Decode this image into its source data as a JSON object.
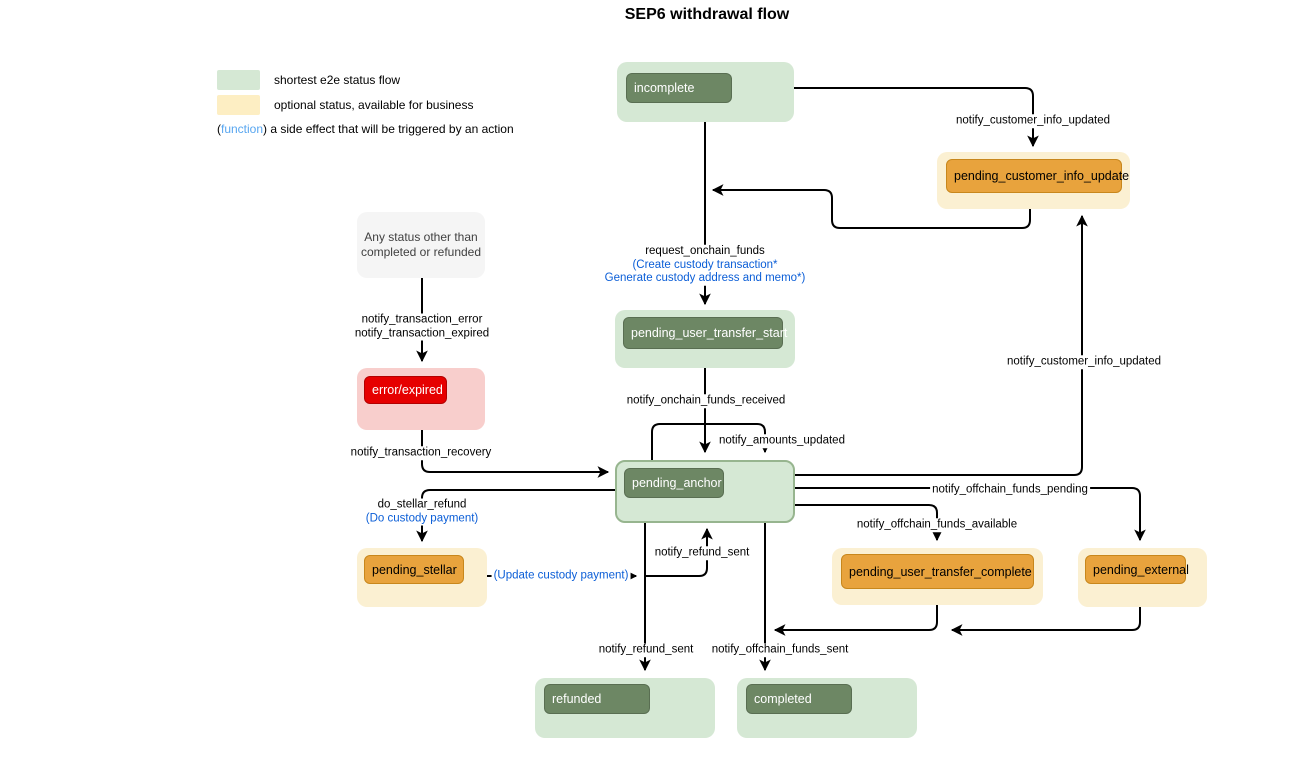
{
  "title": "SEP6 withdrawal flow",
  "legend": {
    "shortest_flow": "shortest e2e status flow",
    "optional_status": "optional status, available for business",
    "function_open": "(",
    "function_word": "function",
    "function_rest": ") a side effect that will be triggered by an action"
  },
  "colors": {
    "flow_green_bg": "#d5e8d4",
    "flow_green_inner": "#6d8764",
    "anchor_border_green": "#97b58f",
    "optional_yellow_bg": "#fbf0d2",
    "optional_orange_inner": "#e8a33d",
    "error_pink_bg": "#f8cecc",
    "error_red_inner": "#e60000",
    "note_gray_bg": "#f5f5f5",
    "function_blue": "#0b5ed7",
    "legend_function_blue": "#58a6f0",
    "edge_black": "#000000"
  },
  "nodes": {
    "incomplete": {
      "label": "incomplete"
    },
    "pending_customer_info_update": {
      "label": "pending_customer_info_update"
    },
    "pending_user_transfer_start": {
      "label": "pending_user_transfer_start"
    },
    "pending_anchor": {
      "label": "pending_anchor"
    },
    "any_status_note": {
      "line1": "Any status other than",
      "line2": "completed or refunded"
    },
    "error_expired": {
      "label": "error/expired"
    },
    "pending_stellar": {
      "label": "pending_stellar"
    },
    "pending_user_transfer_complete": {
      "label": "pending_user_transfer_complete"
    },
    "pending_external": {
      "label": "pending_external"
    },
    "refunded": {
      "label": "refunded"
    },
    "completed": {
      "label": "completed"
    }
  },
  "edge_labels": {
    "notify_customer_info_updated_top": "notify_customer_info_updated",
    "request_onchain_funds": "request_onchain_funds",
    "request_onchain_funds_fn1": "(Create custody transaction*",
    "request_onchain_funds_fn2": "Generate custody address and memo*)",
    "notify_onchain_funds_received": "notify_onchain_funds_received",
    "notify_amounts_updated": "notify_amounts_updated",
    "notify_transaction_error": "notify_transaction_error",
    "notify_transaction_expired": "notify_transaction_expired",
    "notify_transaction_recovery": "notify_transaction_recovery",
    "do_stellar_refund": "do_stellar_refund",
    "do_stellar_refund_fn": "(Do custody payment)",
    "update_custody_payment_fn": "(Update custody payment)",
    "notify_refund_sent_up": "notify_refund_sent",
    "notify_refund_sent_down": "notify_refund_sent",
    "notify_offchain_funds_sent": "notify_offchain_funds_sent",
    "notify_offchain_funds_available": "notify_offchain_funds_available",
    "notify_offchain_funds_pending": "notify_offchain_funds_pending",
    "notify_customer_info_updated_right": "notify_customer_info_updated"
  }
}
